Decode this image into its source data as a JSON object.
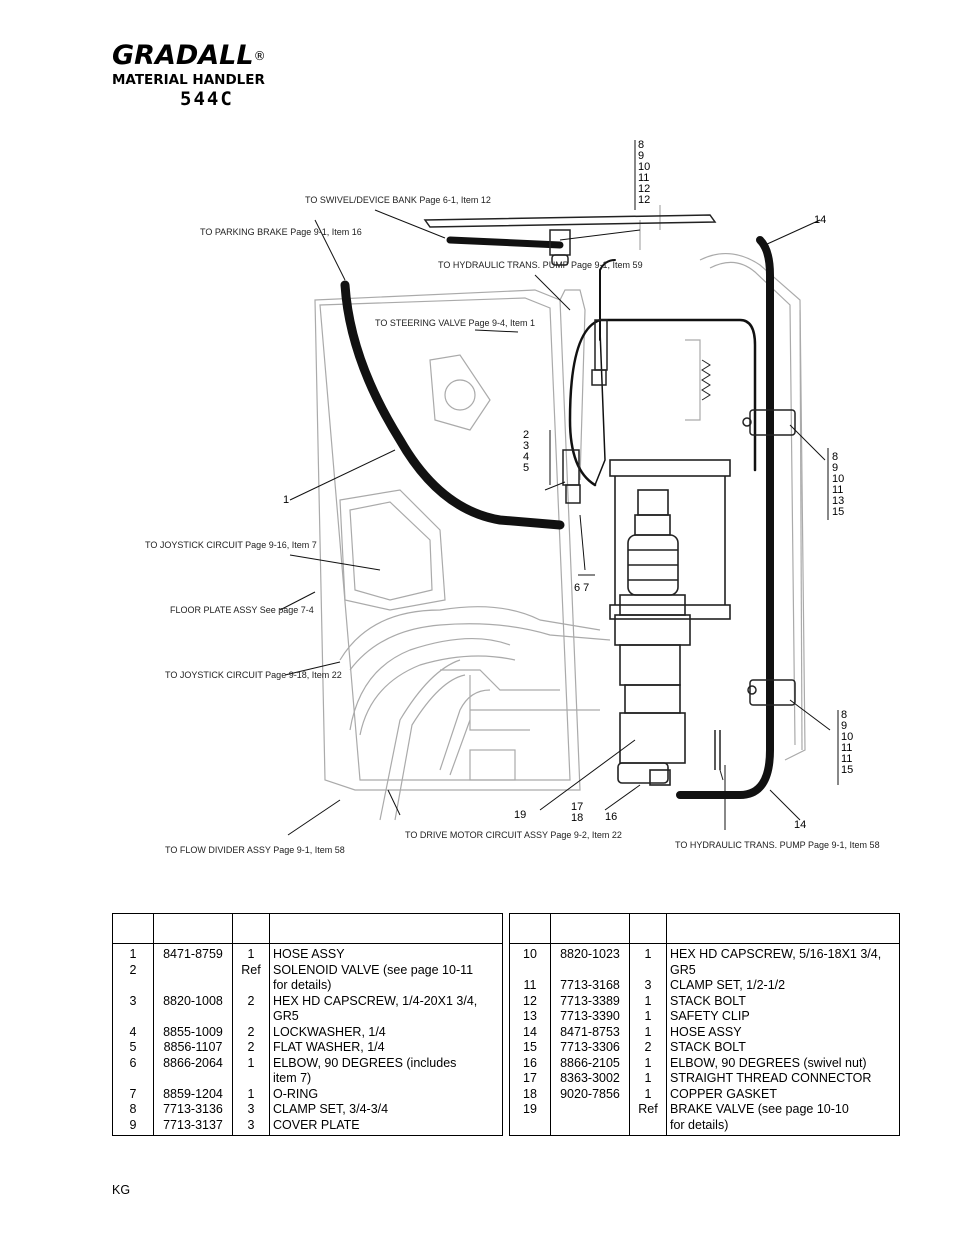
{
  "header": {
    "brand": "GRADALL",
    "registered": "®",
    "subtitle": "MATERIAL HANDLER",
    "model": "544C"
  },
  "diagram": {
    "callouts": [
      "TO SWIVEL/DEVICE BANK Page 6-1, Item 12",
      "TO PARKING BRAKE Page 9-1, Item 16",
      "TO HYDRAULIC TRANS. PUMP Page 9-1, Item 59",
      "TO STEERING VALVE Page 9-4, Item 1",
      "TO JOYSTICK CIRCUIT Page 9-16, Item 7",
      "FLOOR PLATE ASSY See page 7-4",
      "TO JOYSTICK CIRCUIT Page 9-18, Item 22",
      "TO FLOW DIVIDER ASSY Page 9-1, Item 58",
      "TO DRIVE MOTOR CIRCUIT ASSY Page 9-2, Item 22",
      "TO HYDRAULIC TRANS. PUMP Page 9-1, Item 58"
    ],
    "labels": {
      "stack_top": [
        "8",
        "9",
        "10",
        "11",
        "12",
        "12"
      ],
      "stack_mid_right": [
        "8",
        "9",
        "10",
        "11",
        "13",
        "15"
      ],
      "stack_bottom_right": [
        "8",
        "9",
        "10",
        "11",
        "11",
        "15"
      ],
      "stack_left": [
        "2",
        "3",
        "4",
        "5"
      ],
      "n14_top": "14",
      "n14_bottom": "14",
      "n1": "1",
      "n67": "6 7",
      "n19": "19",
      "n1718": "17 18",
      "n16": "16"
    }
  },
  "tables": {
    "headers": [
      "",
      "",
      "",
      ""
    ],
    "left": [
      {
        "item": "1",
        "part": "8471-8759",
        "qty": "1",
        "desc": "HOSE ASSY"
      },
      {
        "item": "2",
        "part": "",
        "qty": "Ref",
        "desc": "SOLENOID VALVE (see page 10-11",
        "desc2": "for details)"
      },
      {
        "item": "3",
        "part": "8820-1008",
        "qty": "2",
        "desc": "HEX HD CAPSCREW, 1/4-20X1 3/4,",
        "desc2": "GR5"
      },
      {
        "item": "4",
        "part": "8855-1009",
        "qty": "2",
        "desc": "LOCKWASHER, 1/4"
      },
      {
        "item": "5",
        "part": "8856-1107",
        "qty": "2",
        "desc": "FLAT WASHER, 1/4"
      },
      {
        "item": "6",
        "part": "8866-2064",
        "qty": "1",
        "desc": "ELBOW, 90 DEGREES (includes",
        "desc2": "item 7)"
      },
      {
        "item": "7",
        "part": "8859-1204",
        "qty": "1",
        "desc": "O-RING"
      },
      {
        "item": "8",
        "part": "7713-3136",
        "qty": "3",
        "desc": "CLAMP SET, 3/4-3/4"
      },
      {
        "item": "9",
        "part": "7713-3137",
        "qty": "3",
        "desc": "COVER PLATE"
      }
    ],
    "right": [
      {
        "item": "10",
        "part": "8820-1023",
        "qty": "1",
        "desc": "HEX HD CAPSCREW, 5/16-18X1 3/4,",
        "desc2": "GR5"
      },
      {
        "item": "11",
        "part": "7713-3168",
        "qty": "3",
        "desc": "CLAMP SET, 1/2-1/2"
      },
      {
        "item": "12",
        "part": "7713-3389",
        "qty": "1",
        "desc": "STACK BOLT"
      },
      {
        "item": "13",
        "part": "7713-3390",
        "qty": "1",
        "desc": "SAFETY CLIP"
      },
      {
        "item": "14",
        "part": "8471-8753",
        "qty": "1",
        "desc": "HOSE ASSY"
      },
      {
        "item": "15",
        "part": "7713-3306",
        "qty": "2",
        "desc": "STACK BOLT"
      },
      {
        "item": "16",
        "part": "8866-2105",
        "qty": "1",
        "desc": "ELBOW, 90 DEGREES (swivel nut)"
      },
      {
        "item": "17",
        "part": "8363-3002",
        "qty": "1",
        "desc": "STRAIGHT THREAD CONNECTOR"
      },
      {
        "item": "18",
        "part": "9020-7856",
        "qty": "1",
        "desc": "COPPER GASKET"
      },
      {
        "item": "19",
        "part": "",
        "qty": "Ref",
        "desc": "BRAKE VALVE (see page 10-10",
        "desc2": "for details)"
      }
    ]
  },
  "footer": {
    "code": "KG"
  }
}
